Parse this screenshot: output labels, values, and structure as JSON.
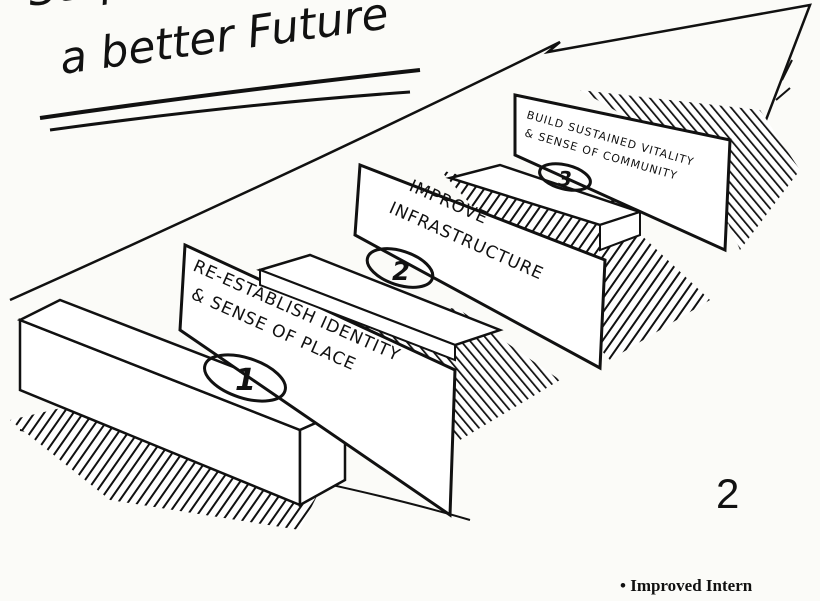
{
  "headline": {
    "line1": "Steps to",
    "line2": "a better Future"
  },
  "steps": [
    {
      "number": "1",
      "text_lines": [
        "RE-ESTABLISH IDENTITY",
        "& SENSE OF PLACE"
      ]
    },
    {
      "number": "2",
      "text_lines": [
        "IMPROVE",
        "INFRASTRUCTURE"
      ]
    },
    {
      "number": "3",
      "text_lines": [
        "BUILD SUSTAINED VITALITY",
        "& SENSE OF COMMUNITY"
      ]
    }
  ],
  "page_number": "2",
  "bullet_text": "• Improved Intern"
}
